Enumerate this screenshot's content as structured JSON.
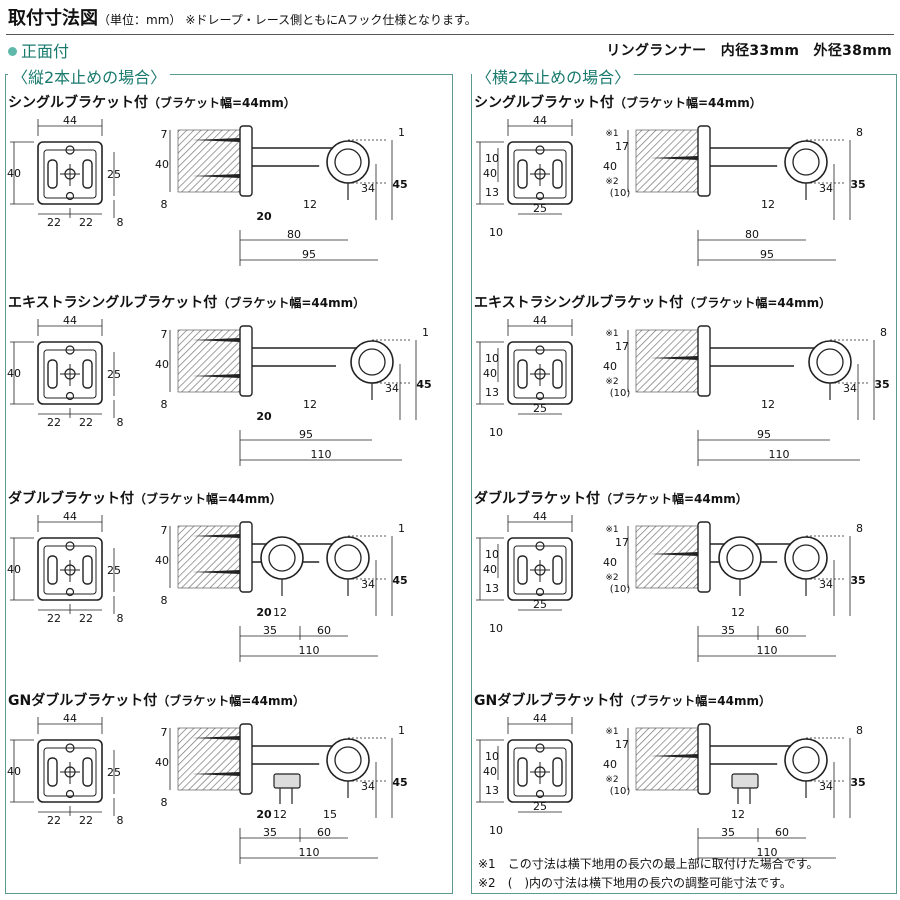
{
  "header": {
    "title": "取付寸法図",
    "unit": "（単位：mm）",
    "note": "※ドレープ・レース側ともにAフック仕様となります。"
  },
  "mount_type": "正面付",
  "runner_spec": "リングランナー　内径33mm　外径38mm",
  "columns": [
    {
      "title": "〈縦2本止めの場合〉",
      "sections": [
        {
          "title": "シングルブラケット付",
          "sub": "（ブラケット幅=44mm）",
          "front": {
            "w": "44",
            "h": "40",
            "mid": "25",
            "b1": "22",
            "b2": "22",
            "b3": "8"
          },
          "side": {
            "top": "7",
            "h": "40",
            "bot": "8",
            "tip": "1",
            "d1": "45",
            "d2": "34",
            "s1": "20",
            "s2": "12",
            "l1": "80",
            "l2": "95"
          }
        },
        {
          "title": "エキストラシングルブラケット付",
          "sub": "（ブラケット幅=44mm）",
          "front": {
            "w": "44",
            "h": "40",
            "mid": "25",
            "b1": "22",
            "b2": "22",
            "b3": "8"
          },
          "side": {
            "top": "7",
            "h": "40",
            "bot": "8",
            "tip": "1",
            "d1": "45",
            "d2": "34",
            "s1": "20",
            "s2": "12",
            "l1": "95",
            "l2": "110"
          }
        },
        {
          "title": "ダブルブラケット付",
          "sub": "（ブラケット幅=44mm）",
          "front": {
            "w": "44",
            "h": "40",
            "mid": "25",
            "b1": "22",
            "b2": "22",
            "b3": "8"
          },
          "side": {
            "top": "7",
            "h": "40",
            "bot": "8",
            "tip": "1",
            "d1": "45",
            "d2": "34",
            "s1": "20",
            "s2": "12",
            "l1": "35",
            "l3": "60",
            "l2": "110"
          }
        },
        {
          "title": "GNダブルブラケット付",
          "sub": "（ブラケット幅=44mm）",
          "front": {
            "w": "44",
            "h": "40",
            "mid": "25",
            "b1": "22",
            "b2": "22",
            "b3": "8"
          },
          "side": {
            "top": "7",
            "h": "40",
            "bot": "8",
            "tip": "1",
            "d1": "45",
            "d2": "34",
            "s1": "20",
            "s2": "12",
            "s3": "15",
            "l1": "35",
            "l3": "60",
            "l2": "110"
          }
        }
      ]
    },
    {
      "title": "〈横2本止めの場合〉",
      "sections": [
        {
          "title": "シングルブラケット付",
          "sub": "（ブラケット幅=44mm）",
          "front": {
            "w": "44",
            "h": "40",
            "a": "10",
            "b": "13",
            "c": "25",
            "d": "10"
          },
          "side": {
            "n1": "※1",
            "v1": "17",
            "h": "40",
            "n2": "※2",
            "v2": "(10)",
            "tip": "8",
            "d1": "35",
            "d2": "34",
            "s2": "12",
            "l1": "80",
            "l2": "95"
          }
        },
        {
          "title": "エキストラシングルブラケット付",
          "sub": "（ブラケット幅=44mm）",
          "front": {
            "w": "44",
            "h": "40",
            "a": "10",
            "b": "13",
            "c": "25",
            "d": "10"
          },
          "side": {
            "n1": "※1",
            "v1": "17",
            "h": "40",
            "n2": "※2",
            "v2": "(10)",
            "tip": "8",
            "d1": "35",
            "d2": "34",
            "s2": "12",
            "l1": "95",
            "l2": "110"
          }
        },
        {
          "title": "ダブルブラケット付",
          "sub": "（ブラケット幅=44mm）",
          "front": {
            "w": "44",
            "h": "40",
            "a": "10",
            "b": "13",
            "c": "25",
            "d": "10"
          },
          "side": {
            "n1": "※1",
            "v1": "17",
            "h": "40",
            "n2": "※2",
            "v2": "(10)",
            "tip": "8",
            "d1": "35",
            "d2": "34",
            "s2": "12",
            "l1": "35",
            "l3": "60",
            "l2": "110"
          }
        },
        {
          "title": "GNダブルブラケット付",
          "sub": "（ブラケット幅=44mm）",
          "front": {
            "w": "44",
            "h": "40",
            "a": "10",
            "b": "13",
            "c": "25",
            "d": "10"
          },
          "side": {
            "n1": "※1",
            "v1": "17",
            "h": "40",
            "n2": "※2",
            "v2": "(10)",
            "tip": "8",
            "d1": "35",
            "d2": "34",
            "s2": "12",
            "l1": "35",
            "l3": "60",
            "l2": "110"
          }
        }
      ]
    }
  ],
  "footnotes": [
    "※1　この寸法は横下地用の長穴の最上部に取付けた場合です。",
    "※2　(　)内の寸法は横下地用の長穴の調整可能寸法です。"
  ],
  "colors": {
    "accent": "#1a7a6e",
    "frame": "#5a9a90",
    "dot": "#5fb8aa",
    "hatch": "#777777"
  }
}
